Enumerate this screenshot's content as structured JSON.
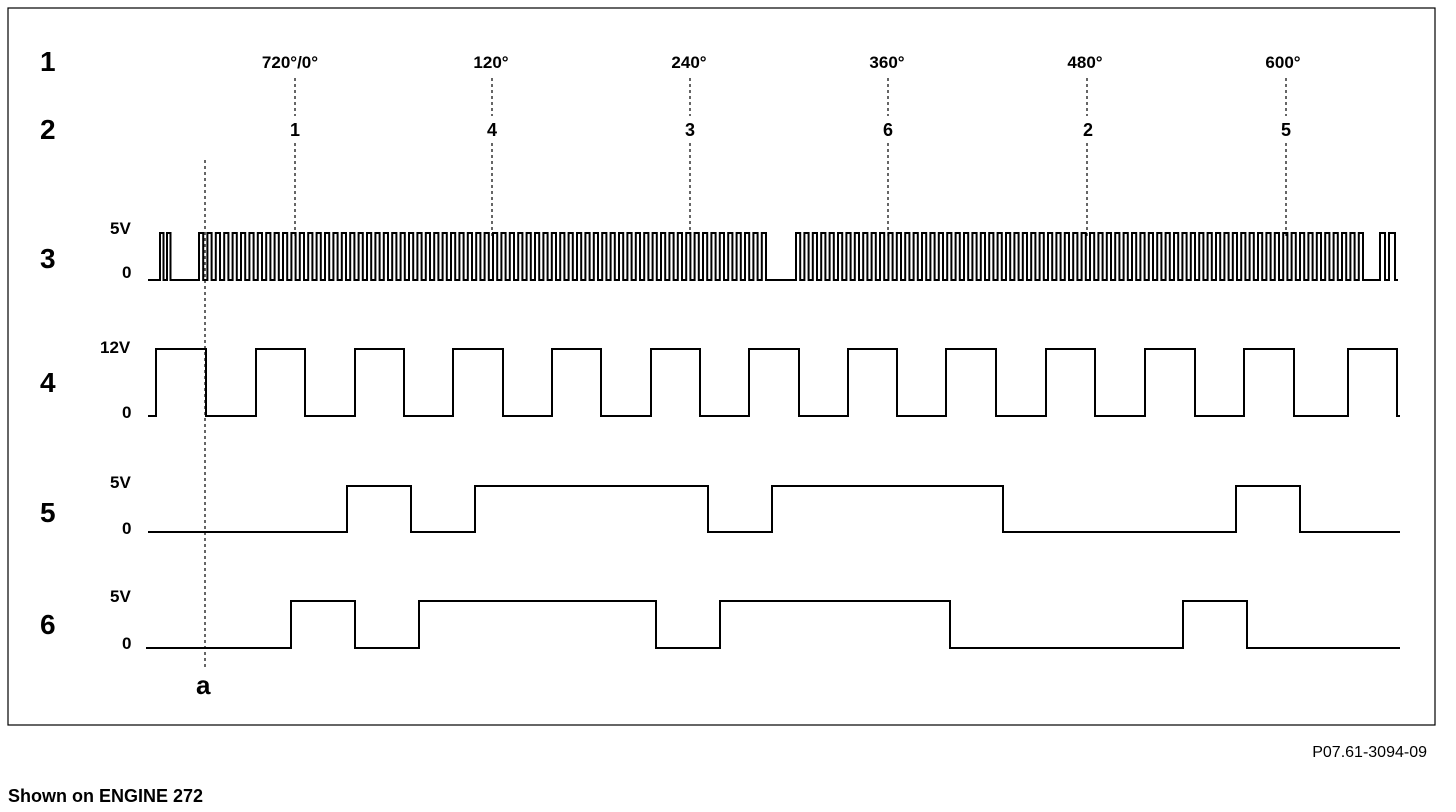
{
  "rows": [
    {
      "number": "1"
    },
    {
      "number": "2"
    },
    {
      "number": "3",
      "high_label": "5V",
      "low_label": "0"
    },
    {
      "number": "4",
      "high_label": "12V",
      "low_label": "0"
    },
    {
      "number": "5",
      "high_label": "5V",
      "low_label": "0"
    },
    {
      "number": "6",
      "high_label": "5V",
      "low_label": "0"
    }
  ],
  "crank_angles": [
    "720°/0°",
    "120°",
    "240°",
    "360°",
    "480°",
    "600°"
  ],
  "firing_order": [
    "1",
    "4",
    "3",
    "6",
    "2",
    "5"
  ],
  "reference_marker": "a",
  "figure_id": "P07.61-3094-09",
  "caption": "Shown on ENGINE 272",
  "colors": {
    "line": "#000000",
    "background": "#ffffff"
  }
}
